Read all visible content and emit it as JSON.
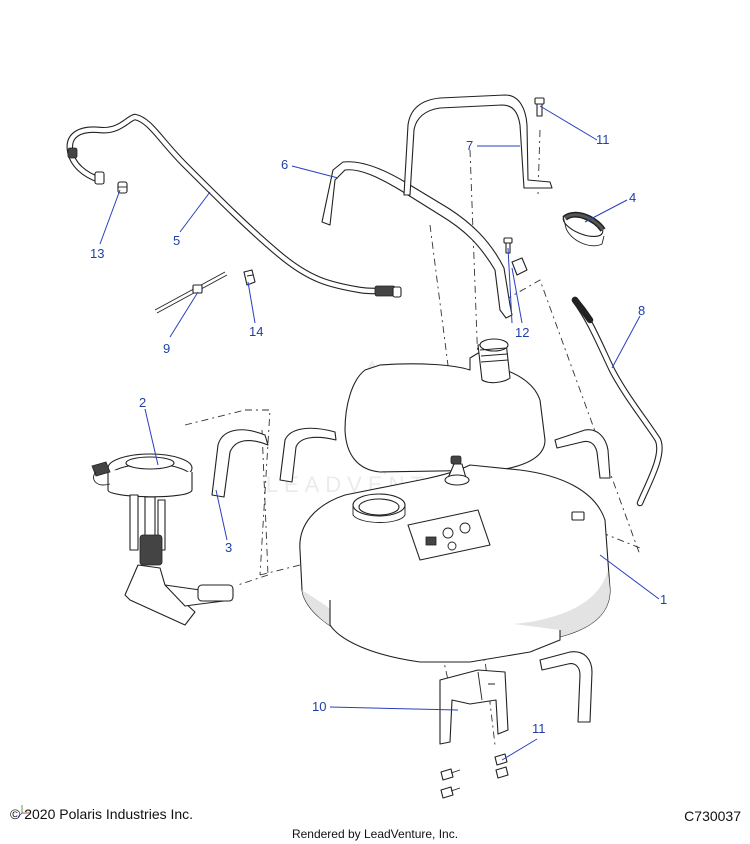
{
  "callouts": [
    {
      "id": "1",
      "label": "1"
    },
    {
      "id": "2",
      "label": "2"
    },
    {
      "id": "3",
      "label": "3"
    },
    {
      "id": "4",
      "label": "4"
    },
    {
      "id": "5",
      "label": "5"
    },
    {
      "id": "6",
      "label": "6"
    },
    {
      "id": "7",
      "label": "7"
    },
    {
      "id": "8",
      "label": "8"
    },
    {
      "id": "9",
      "label": "9"
    },
    {
      "id": "10",
      "label": "10"
    },
    {
      "id": "11a",
      "label": "11"
    },
    {
      "id": "11b",
      "label": "11"
    },
    {
      "id": "12",
      "label": "12"
    },
    {
      "id": "13",
      "label": "13"
    },
    {
      "id": "14",
      "label": "14"
    }
  ],
  "footer": {
    "copyright": "© 2020 Polaris Industries Inc.",
    "drawing_id": "C730037",
    "rendered_by": "Rendered by LeadVenture, Inc."
  },
  "watermark": "LEADVENTURE",
  "colors": {
    "callout": "#1f3fa8",
    "leader": "#2a3fbf",
    "line": "#222222",
    "watermark": "#dcdcdc"
  }
}
